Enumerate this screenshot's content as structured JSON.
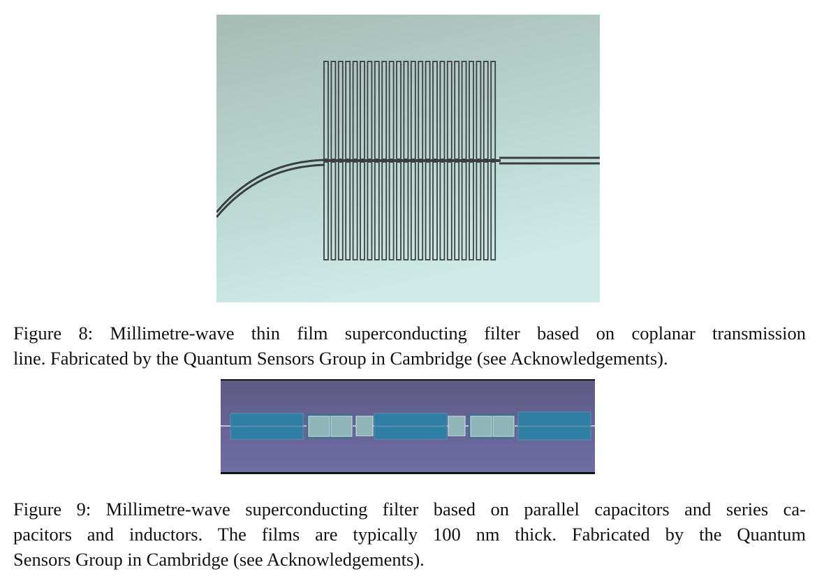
{
  "figure8": {
    "caption_lines": [
      "Figure 8: Millimetre-wave thin film superconducting filter based on coplanar transmission",
      "line. Fabricated by the Quantum Sensors Group in Cambridge (see Acknowledgements)."
    ],
    "colors": {
      "background_top": "#a7bdb6",
      "background_bottom": "#cde9e6",
      "trace": "#3b3f3f"
    }
  },
  "figure9": {
    "caption_lines": [
      "Figure 9: Millimetre-wave superconducting filter based on parallel capacitors and series ca-",
      "pacitors and inductors. The films are typically 100 nm thick. Fabricated by the Quantum",
      "Sensors Group in Cambridge (see Acknowledgements)."
    ],
    "colors": {
      "substrate": "#6a6a9a",
      "capacitor_fill": "#2f7fa4",
      "pad_fill": "#8fb5b8"
    }
  }
}
